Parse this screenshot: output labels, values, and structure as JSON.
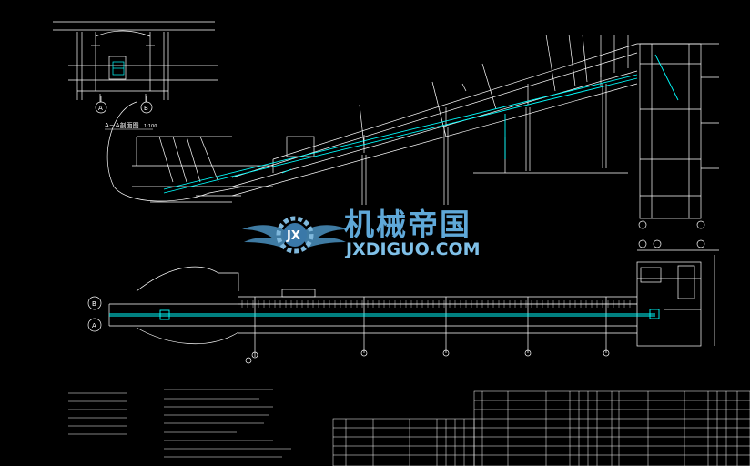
{
  "drawing": {
    "section_title": "A－A剖面图",
    "section_scale": "1:100",
    "axis_labels": [
      "A",
      "B"
    ],
    "plan_axis_labels": [
      "B",
      "A"
    ]
  },
  "watermark": {
    "logo_text": "JX",
    "brand_cn": "机械帝国",
    "brand_en": "JXDIGUO.COM"
  },
  "colors": {
    "background": "#000000",
    "lines": "#ffffff",
    "conveyor": "#00ffff",
    "watermark": "#5fa8d8"
  }
}
